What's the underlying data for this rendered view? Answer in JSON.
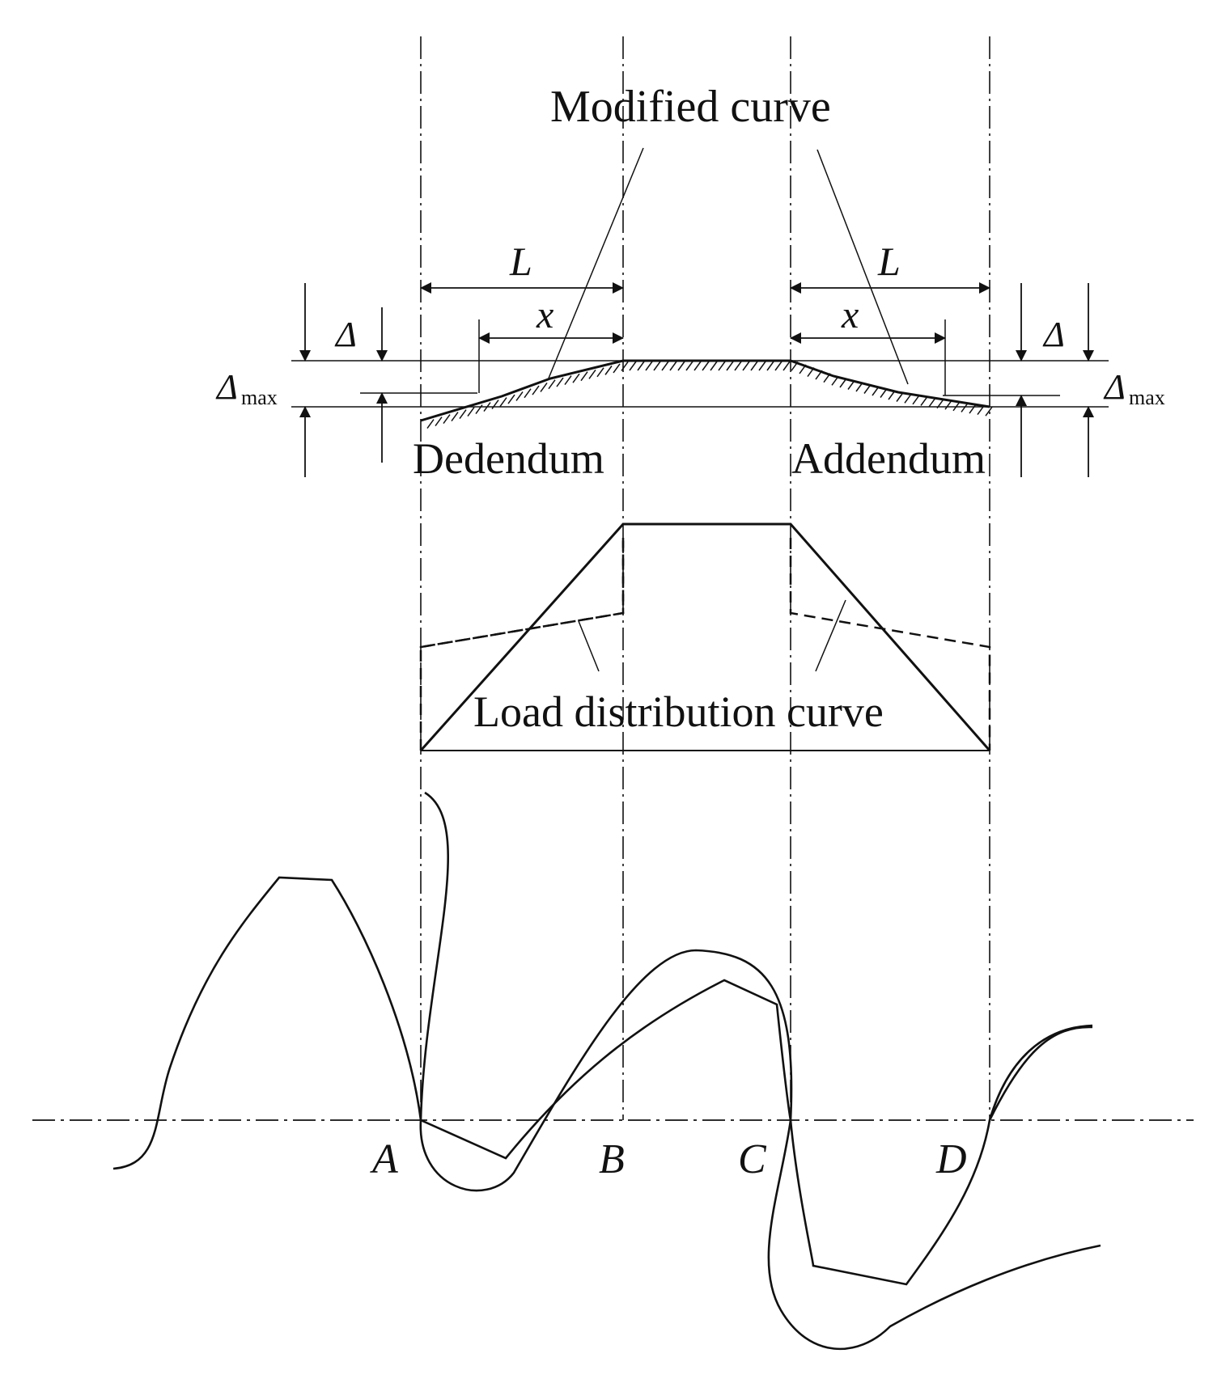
{
  "labels": {
    "modified_curve": "Modified curve",
    "dedendum": "Dedendum",
    "addendum": "Addendum",
    "load_distribution": "Load distribution curve",
    "L_left": "L",
    "L_right": "L",
    "x_left": "x",
    "x_right": "x",
    "delta_left": "Δ",
    "delta_right": "Δ",
    "delta_max_left_sym": "Δ",
    "delta_max_left_sub": "max",
    "delta_max_right_sym": "Δ",
    "delta_max_right_sub": "max",
    "point_A": "A",
    "point_B": "B",
    "point_C": "C",
    "point_D": "D"
  }
}
